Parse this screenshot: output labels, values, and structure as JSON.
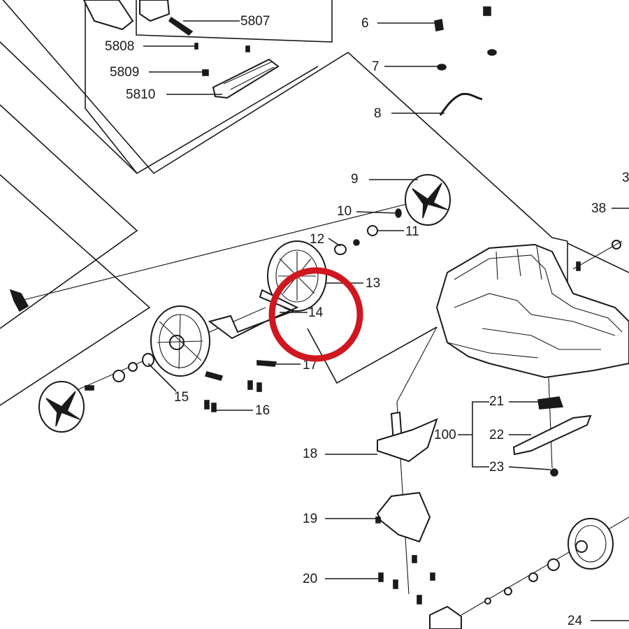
{
  "labels": {
    "p5807": "5807",
    "p5808": "5808",
    "p5809": "5809",
    "p5810": "5810",
    "p6": "6",
    "p7": "7",
    "p8": "8",
    "p9": "9",
    "p10": "10",
    "p11": "11",
    "p12": "12",
    "p13": "13",
    "p14": "14",
    "p15": "15",
    "p16": "16",
    "p17": "17",
    "p18": "18",
    "p19": "19",
    "p20": "20",
    "p21": "21",
    "p22": "22",
    "p23": "23",
    "p24": "24",
    "p38": "38",
    "p100": "100",
    "p3x": "3"
  },
  "highlight": {
    "color": "#d0161e",
    "target": "14"
  },
  "colors": {
    "line": "#1a1a1a",
    "background": "#ffffff"
  }
}
